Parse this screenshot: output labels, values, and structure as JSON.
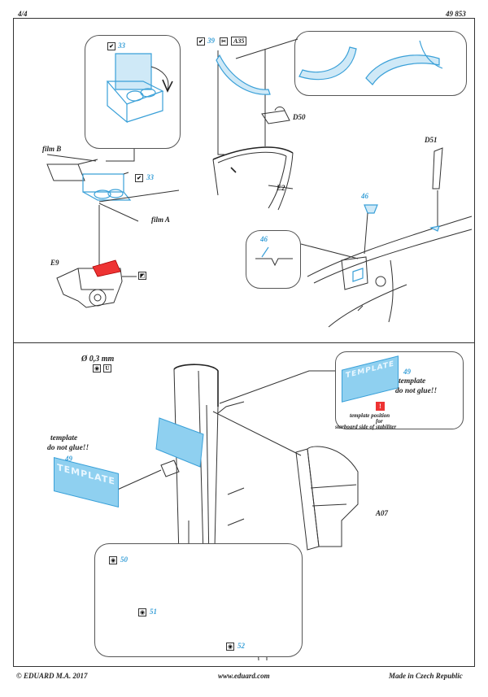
{
  "header": {
    "page_number": "4/4",
    "kit_number": "49 853"
  },
  "footer": {
    "copyright": "© EDUARD  M.A. 2017",
    "website": "www.eduard.com",
    "origin": "Made in Czech Republic"
  },
  "top_section": {
    "part_33_a": "33",
    "part_33_b": "33",
    "film_b": "film B",
    "film_a": "film A",
    "part_e9": "E9",
    "part_39": "39",
    "ref_a35": "A35",
    "part_d50": "D50",
    "part_d51": "D51",
    "part_e2": "E2",
    "part_46_a": "46",
    "part_46_b": "46"
  },
  "bottom_section": {
    "diameter": "Ø 0,3 mm",
    "template_left_label_1": "template",
    "template_left_label_2": "do not glue!!",
    "part_49_left": "49",
    "template_plate_text": "TEMPLATE",
    "part_49_right": "49",
    "template_right_label_1": "template",
    "template_right_label_2": "do not glue!!",
    "position_note_1": "template position",
    "position_note_2": "for",
    "position_note_3": "starboard side of stabiliter",
    "warning_symbol": "!",
    "part_a07": "A07",
    "part_50": "50",
    "part_51": "51",
    "part_52": "52"
  },
  "colors": {
    "photo_etch": "#3aa0d8",
    "template_fill": "#8fd0f0",
    "warning": "#e33333",
    "line": "#333333"
  }
}
